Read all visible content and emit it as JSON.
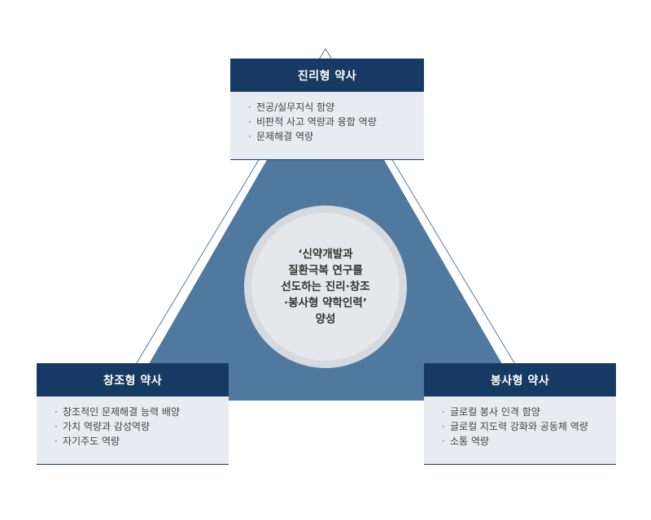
{
  "boxes": {
    "top": {
      "title": "진리형 약사",
      "items": [
        "전공/실무지식 함양",
        "비판적 사고 역량과 융합 역량",
        "문제해결 역량"
      ]
    },
    "left": {
      "title": "창조형 약사",
      "items": [
        "창조적인 문제해결 능력 배양",
        "가치 역량과 감성역량",
        "자기주도 역량"
      ]
    },
    "right": {
      "title": "봉사형 약사",
      "items": [
        "글로컬 봉사 인격 함양",
        "글로컬 지도력 강화와 공동체 역량",
        "소통 역량"
      ]
    }
  },
  "center": {
    "lines": [
      "‘신약개발과",
      "질환극복 연구를",
      "선도하는 진리·창조",
      "·봉사형 약학인력’",
      "양성"
    ]
  },
  "bullet": "·",
  "colors": {
    "navy": "#163a63",
    "triangle": "#5079a0",
    "box_bg": "#e8ebef",
    "circle_ring": "#d6d9dd",
    "circle_fill": "#e5e7ea"
  }
}
